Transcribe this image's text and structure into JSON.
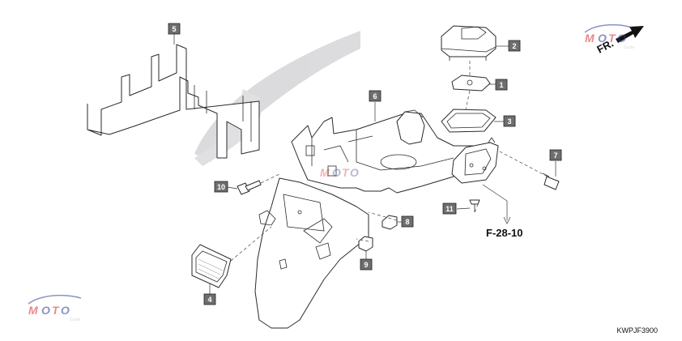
{
  "diagram": {
    "callouts": [
      {
        "id": "c1",
        "label": "1"
      },
      {
        "id": "c2",
        "label": "2"
      },
      {
        "id": "c3",
        "label": "3"
      },
      {
        "id": "c4",
        "label": "4"
      },
      {
        "id": "c5",
        "label": "5"
      },
      {
        "id": "c6",
        "label": "6"
      },
      {
        "id": "c7",
        "label": "7"
      },
      {
        "id": "c8",
        "label": "8"
      },
      {
        "id": "c9",
        "label": "9"
      },
      {
        "id": "c10",
        "label": "10"
      },
      {
        "id": "c11",
        "label": "11"
      }
    ],
    "reference": "F-28-10",
    "direction_label": "FR.",
    "diagram_code": "KWPJF3900"
  },
  "watermarks": {
    "logo_text": "MOTO",
    "logo_sub": "Guide",
    "colors": {
      "red": "#d8282e",
      "blue": "#2d3d8e",
      "grey": "#c0c0c8"
    }
  }
}
